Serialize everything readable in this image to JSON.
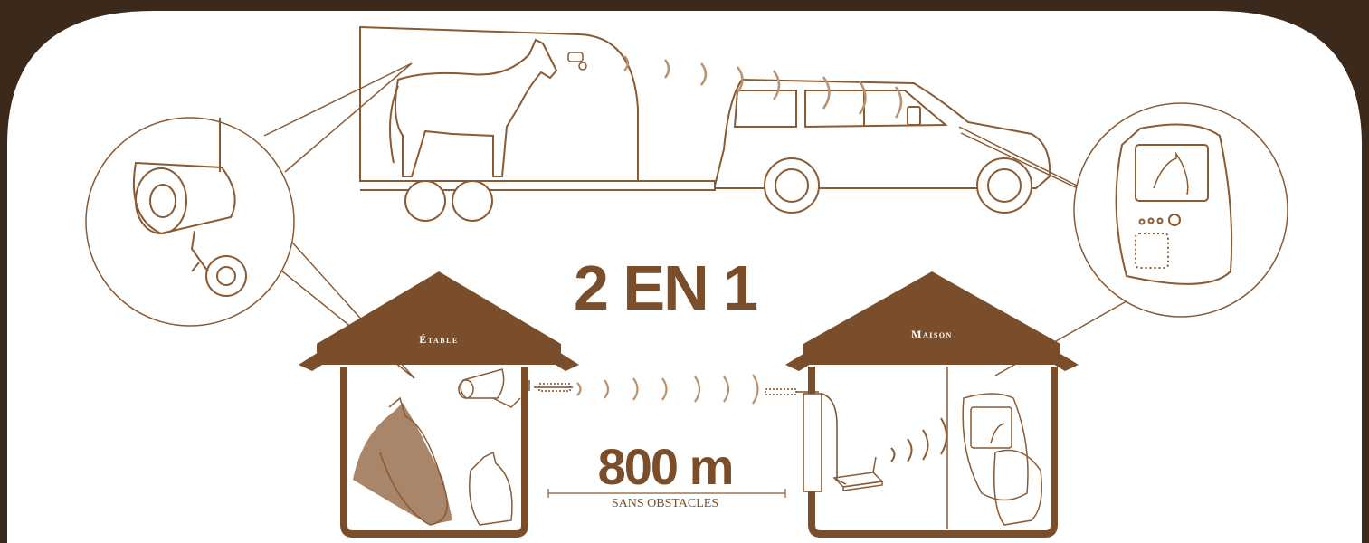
{
  "headline": "2 EN 1",
  "distance": {
    "value": "800 m",
    "caption": "SANS OBSTACLES"
  },
  "buildings": {
    "left_label": "Étable",
    "right_label": "Maison"
  },
  "colors": {
    "brand": "#7a4e2a",
    "line": "#8a5a33",
    "wave": "#b89270",
    "background": "#3b2a1c",
    "panel": "#ffffff"
  }
}
